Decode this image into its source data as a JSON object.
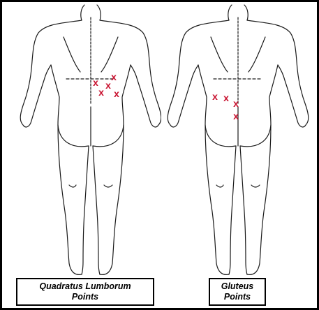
{
  "panels": [
    {
      "caption_line1": "Quadratus Lumborum",
      "caption_line2": "Points",
      "marker_symbol": "x",
      "marker_count": 5
    },
    {
      "caption_line1": "Gluteus",
      "caption_line2": "Points",
      "marker_symbol": "x",
      "marker_count": 4
    }
  ],
  "colors": {
    "outline": "#1a1a1a",
    "marker": "#c8102e",
    "frame": "#000000"
  }
}
